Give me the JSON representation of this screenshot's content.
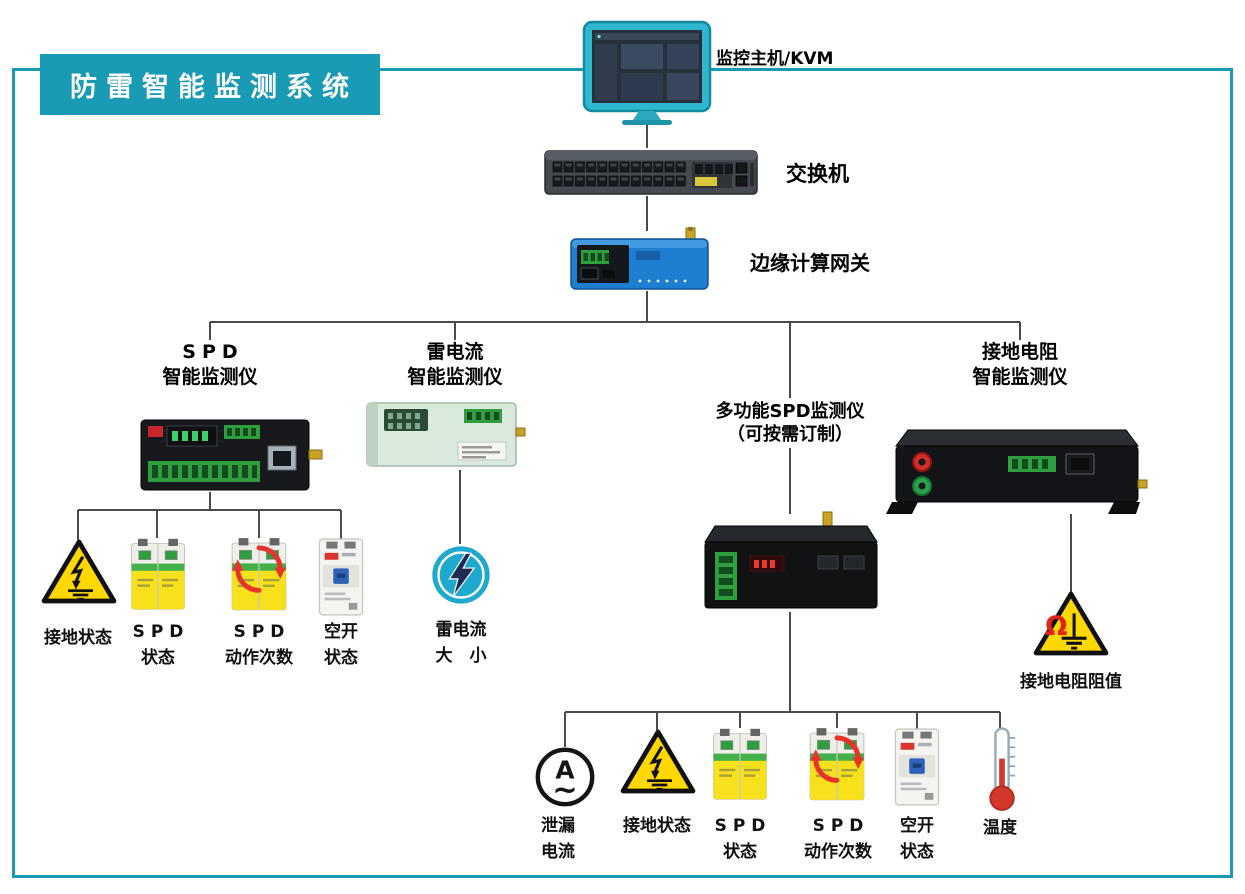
{
  "title": "防雷智能监测系统",
  "chain": {
    "monitor": "监控主机/KVM",
    "switch": "交换机",
    "gateway": "边缘计算网关"
  },
  "devices": {
    "spd": {
      "line1": "SPD",
      "line2": "智能监测仪"
    },
    "lightning": {
      "line1": "雷电流",
      "line2": "智能监测仪"
    },
    "multi": {
      "line1": "多功能SPD监测仪",
      "line2": "（可按需订制）"
    },
    "ground": {
      "line1": "接地电阻",
      "line2": "智能监测仪"
    }
  },
  "sensors": {
    "s1": {
      "line1": "接地状态",
      "line2": ""
    },
    "s2": {
      "line1": "SPD",
      "line2": "状态"
    },
    "s3": {
      "line1": "SPD",
      "line2": "动作次数"
    },
    "s4": {
      "line1": "空开",
      "line2": "状态"
    },
    "s5": {
      "line1": "雷电流",
      "line2": "大　小"
    },
    "s6": {
      "line1": "泄漏",
      "line2": "电流"
    },
    "s7": {
      "line1": "接地状态",
      "line2": ""
    },
    "s8": {
      "line1": "SPD",
      "line2": "状态"
    },
    "s9": {
      "line1": "SPD",
      "line2": "动作次数"
    },
    "s10": {
      "line1": "空开",
      "line2": "状态"
    },
    "s11": {
      "line1": "温度",
      "line2": ""
    },
    "s12": {
      "line1": "接地电阻阻值",
      "line2": ""
    }
  },
  "colors": {
    "frame_teal": "#1A9BB5",
    "connector_gray": "#4A4A4A",
    "warning_yellow": "#FFD800",
    "icon_teal": "#1FA9CF",
    "alert_red": "#E8332A",
    "terminal_green": "#2F9E3F",
    "gateway_blue": "#1E7FD0"
  }
}
